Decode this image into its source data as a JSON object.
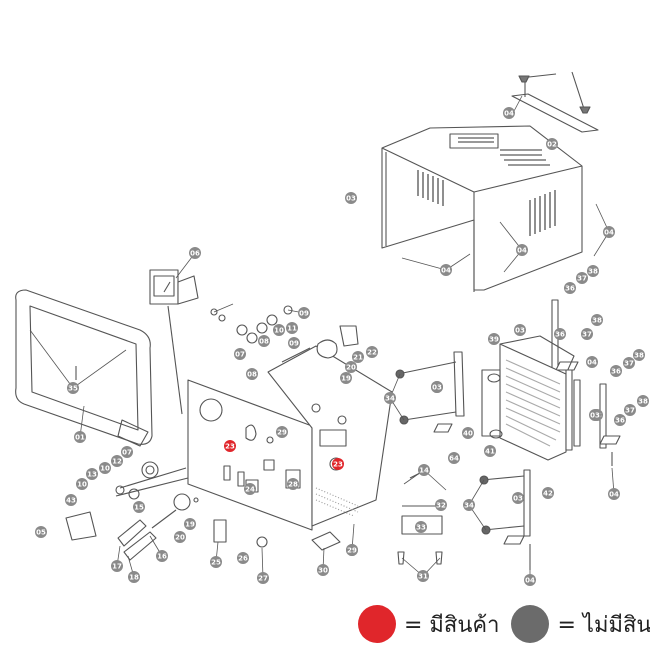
{
  "legend": {
    "available": {
      "color": "#e0262b",
      "text": "= มีสินค้า"
    },
    "unavailable": {
      "color": "#6b6b6b",
      "text": "= ไม่มีสินค้า"
    }
  },
  "colors": {
    "badge_default": "#8a8a8a",
    "badge_available": "#e0262b",
    "line": "#555555"
  },
  "parts": [
    {
      "n": "01",
      "status": "unavailable"
    },
    {
      "n": "02",
      "status": "unavailable"
    },
    {
      "n": "03",
      "status": "unavailable"
    },
    {
      "n": "03",
      "status": "unavailable"
    },
    {
      "n": "03",
      "status": "unavailable"
    },
    {
      "n": "03",
      "status": "unavailable"
    },
    {
      "n": "03",
      "status": "unavailable"
    },
    {
      "n": "03",
      "status": "unavailable"
    },
    {
      "n": "03",
      "status": "unavailable"
    },
    {
      "n": "04",
      "status": "unavailable"
    },
    {
      "n": "04",
      "status": "unavailable"
    },
    {
      "n": "04",
      "status": "unavailable"
    },
    {
      "n": "04",
      "status": "unavailable"
    },
    {
      "n": "04",
      "status": "unavailable"
    },
    {
      "n": "04",
      "status": "unavailable"
    },
    {
      "n": "04",
      "status": "unavailable"
    },
    {
      "n": "05",
      "status": "unavailable"
    },
    {
      "n": "06",
      "status": "unavailable"
    },
    {
      "n": "07",
      "status": "unavailable"
    },
    {
      "n": "07",
      "status": "unavailable"
    },
    {
      "n": "08",
      "status": "unavailable"
    },
    {
      "n": "08",
      "status": "unavailable"
    },
    {
      "n": "09",
      "status": "unavailable"
    },
    {
      "n": "09",
      "status": "unavailable"
    },
    {
      "n": "10",
      "status": "unavailable"
    },
    {
      "n": "10",
      "status": "unavailable"
    },
    {
      "n": "10",
      "status": "unavailable"
    },
    {
      "n": "11",
      "status": "unavailable"
    },
    {
      "n": "12",
      "status": "unavailable"
    },
    {
      "n": "13",
      "status": "unavailable"
    },
    {
      "n": "14",
      "status": "unavailable"
    },
    {
      "n": "14",
      "status": "unavailable"
    },
    {
      "n": "15",
      "status": "unavailable"
    },
    {
      "n": "16",
      "status": "unavailable"
    },
    {
      "n": "17",
      "status": "unavailable"
    },
    {
      "n": "18",
      "status": "unavailable"
    },
    {
      "n": "19",
      "status": "unavailable"
    },
    {
      "n": "19",
      "status": "unavailable"
    },
    {
      "n": "20",
      "status": "unavailable"
    },
    {
      "n": "20",
      "status": "unavailable"
    },
    {
      "n": "21",
      "status": "unavailable"
    },
    {
      "n": "22",
      "status": "unavailable"
    },
    {
      "n": "23",
      "status": "available"
    },
    {
      "n": "23",
      "status": "available"
    },
    {
      "n": "24",
      "status": "unavailable"
    },
    {
      "n": "25",
      "status": "unavailable"
    },
    {
      "n": "26",
      "status": "unavailable"
    },
    {
      "n": "27",
      "status": "unavailable"
    },
    {
      "n": "28",
      "status": "unavailable"
    },
    {
      "n": "29",
      "status": "unavailable"
    },
    {
      "n": "29",
      "status": "unavailable"
    },
    {
      "n": "30",
      "status": "unavailable"
    },
    {
      "n": "31",
      "status": "unavailable"
    },
    {
      "n": "32",
      "status": "unavailable"
    },
    {
      "n": "33",
      "status": "unavailable"
    },
    {
      "n": "34",
      "status": "unavailable"
    },
    {
      "n": "34",
      "status": "unavailable"
    },
    {
      "n": "35",
      "status": "unavailable"
    },
    {
      "n": "36",
      "status": "unavailable"
    },
    {
      "n": "36",
      "status": "unavailable"
    },
    {
      "n": "36",
      "status": "unavailable"
    },
    {
      "n": "36",
      "status": "unavailable"
    },
    {
      "n": "37",
      "status": "unavailable"
    },
    {
      "n": "37",
      "status": "unavailable"
    },
    {
      "n": "37",
      "status": "unavailable"
    },
    {
      "n": "37",
      "status": "unavailable"
    },
    {
      "n": "38",
      "status": "unavailable"
    },
    {
      "n": "38",
      "status": "unavailable"
    },
    {
      "n": "38",
      "status": "unavailable"
    },
    {
      "n": "38",
      "status": "unavailable"
    },
    {
      "n": "39",
      "status": "unavailable"
    },
    {
      "n": "40",
      "status": "unavailable"
    },
    {
      "n": "41",
      "status": "unavailable"
    },
    {
      "n": "42",
      "status": "unavailable"
    },
    {
      "n": "43",
      "status": "unavailable"
    },
    {
      "n": "64",
      "status": "unavailable"
    }
  ]
}
